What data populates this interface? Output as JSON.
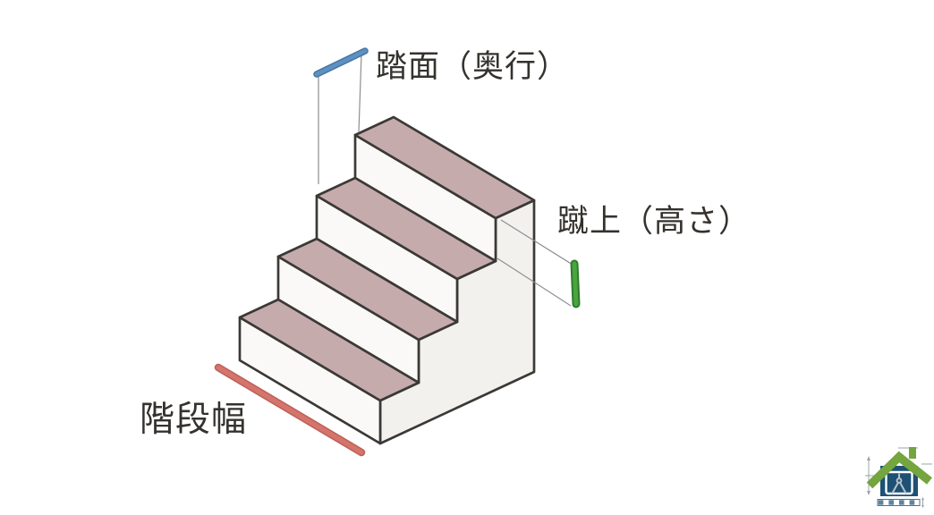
{
  "diagram": {
    "type": "staircase-dimensions",
    "step_count": 4,
    "labels": {
      "tread_depth": "踏面（奥行）",
      "riser_height": "蹴上（高さ）",
      "stair_width": "階段幅"
    },
    "marker_colors": {
      "tread_depth": "#5e90c2",
      "riser_height": "#4aa53e",
      "stair_width": "#d3756c"
    },
    "surface_colors": {
      "tread": "#c6abad",
      "riser": "#fbf9f7",
      "side": "#f3f1ee"
    }
  },
  "logo": {
    "name": "house-drafting-logo",
    "roof_color": "#74a53e",
    "body_color": "#1d5176"
  }
}
